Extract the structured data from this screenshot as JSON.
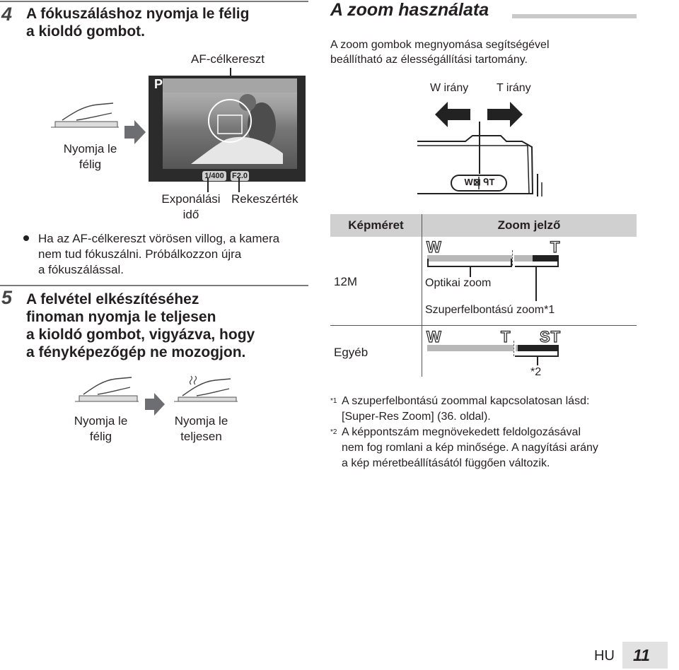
{
  "left": {
    "step4": {
      "num": "4",
      "line1": "A fókuszáláshoz nyomja le félig",
      "line2": "a kioldó gombot."
    },
    "af_label": "AF-célkereszt",
    "press_half_label": [
      "Nyomja le",
      "félig"
    ],
    "screen": {
      "mode": "P",
      "shutter": "1/400",
      "aperture": "F2.0"
    },
    "exposure_label": [
      "Exponálási",
      "idő"
    ],
    "aperture_label": "Rekeszérték",
    "bullet": [
      "Ha az AF-célkereszt vörösen villog, a kamera",
      "nem tud fókuszálni. Próbálkozzon újra",
      "a fókuszálással."
    ],
    "step5": {
      "num": "5",
      "lines": [
        "A felvétel elkészítéséhez",
        "finoman nyomja le teljesen",
        "a kioldó gombot, vigyázva, hogy",
        "a fényképezőgép ne mozogjon."
      ]
    },
    "press_half2": [
      "Nyomja le",
      "félig"
    ],
    "press_full": [
      "Nyomja le",
      "teljesen"
    ]
  },
  "right": {
    "title": "A zoom használata",
    "intro": [
      "A zoom gombok megnyomása segítségével",
      "beállítható az élességállítási tartomány."
    ],
    "w_dir": "W irány",
    "t_dir": "T irány",
    "button_label": "W⊠  ᑫT",
    "table": {
      "header_size": "Képméret",
      "header_zoom": "Zoom jelző",
      "row1_size": "12M",
      "row2_size": "Egyéb",
      "optical": "Optikai zoom",
      "superres": "Szuperfelbontású zoom*1",
      "note2": "*2",
      "w": "W",
      "t": "T",
      "st": "ST"
    },
    "footnotes": [
      {
        "mark": "*1",
        "lines": [
          "A szuperfelbontású zoommal kapcsolatosan lásd:",
          "[Super-Res Zoom] (36. oldal)."
        ]
      },
      {
        "mark": "*2",
        "lines": [
          "A képpontszám megnövekedett feldolgozásával",
          "nem fog romlani a kép minősége. A nagyítási arány",
          "a kép méretbeállításától függően változik."
        ]
      }
    ]
  },
  "footer": {
    "lang": "HU",
    "page": "11"
  }
}
